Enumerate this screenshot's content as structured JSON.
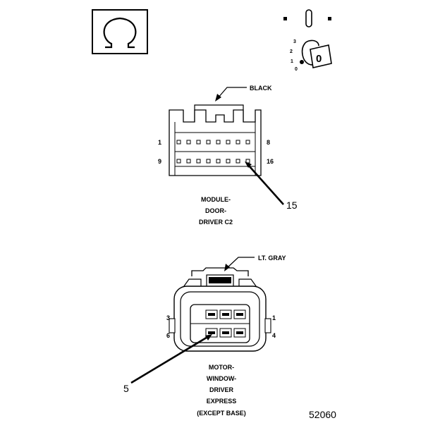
{
  "ohmmeter": {
    "symbol": "Ω"
  },
  "ignition": {
    "positions": [
      "3",
      "2",
      "1",
      "0"
    ],
    "lock_mark": "0"
  },
  "connector_c2": {
    "color_label": "BLACK",
    "pin_1": "1",
    "pin_8": "8",
    "pin_9": "9",
    "pin_16": "16",
    "callout": "15",
    "name_lines": [
      "MODULE-",
      "DOOR-",
      "DRIVER C2"
    ]
  },
  "connector_motor": {
    "color_label": "LT. GRAY",
    "pin_3": "3",
    "pin_1": "1",
    "pin_6": "6",
    "pin_4": "4",
    "callout": "5",
    "name_lines": [
      "MOTOR-",
      "WINDOW-",
      "DRIVER",
      "EXPRESS",
      "(EXCEPT BASE)"
    ]
  },
  "figure_number": "52060"
}
